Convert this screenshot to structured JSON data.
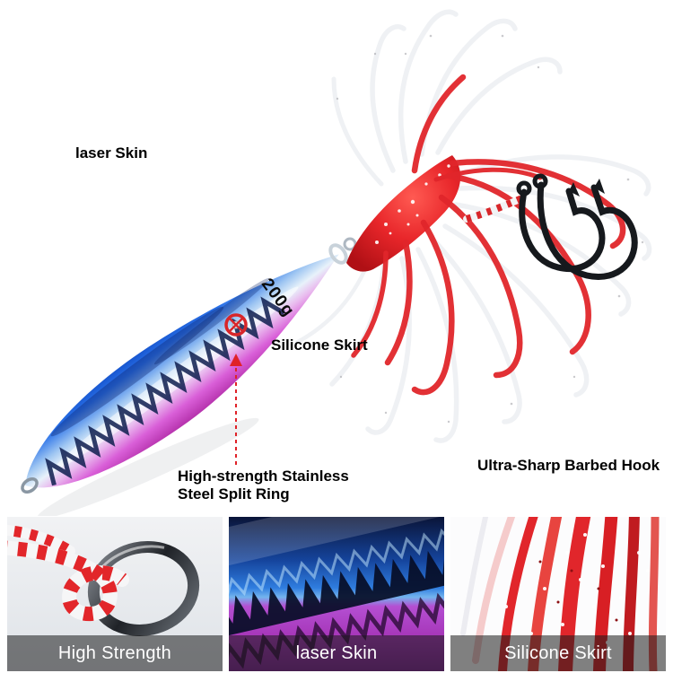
{
  "scene": {
    "weight_label": "200g"
  },
  "annotations": {
    "laser_skin": "laser Skin",
    "silicone_skirt": "Silicone Skirt",
    "split_ring_line1": "High-strength Stainless",
    "split_ring_line2": "Steel Split Ring",
    "barbed_hook": "Ultra-Sharp Barbed Hook"
  },
  "panels": [
    {
      "caption": "High Strength"
    },
    {
      "caption": "laser Skin"
    },
    {
      "caption": "Silicone Skirt"
    }
  ],
  "colors": {
    "accent_red": "#e1262b",
    "body_blue": "#1d5ed0",
    "body_pink": "#c943c0",
    "hook_black": "#16191d",
    "caption_bg": "rgba(25,25,25,0.55)"
  }
}
